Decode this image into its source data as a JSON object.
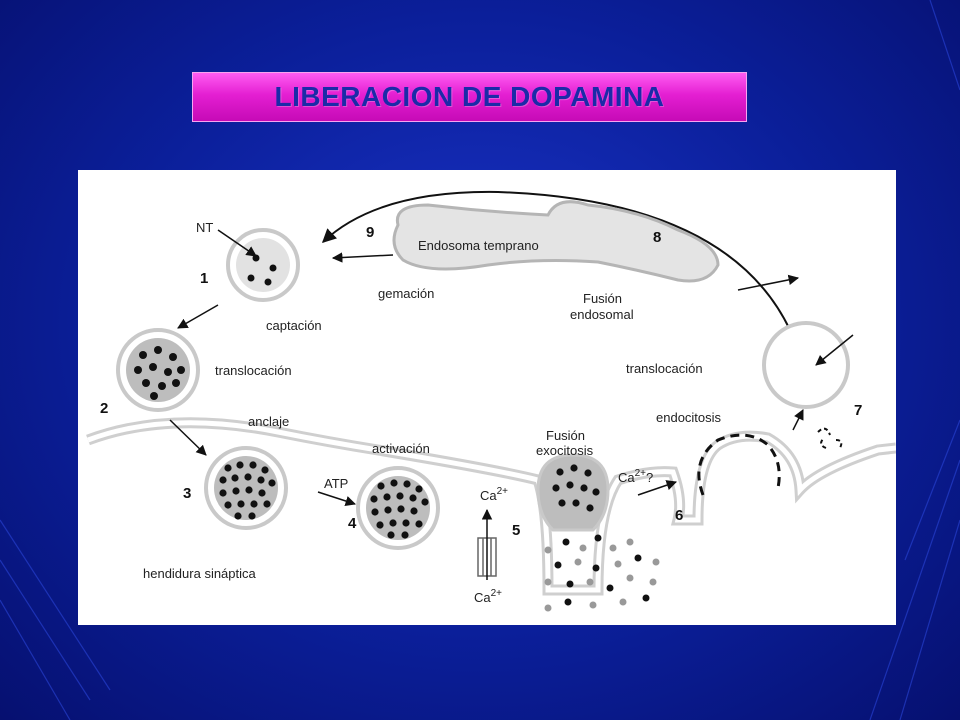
{
  "slide": {
    "title": "LIBERACION  DE DOPAMINA",
    "colors": {
      "background": "#0b1f9a",
      "title_box": "#e41fd2",
      "title_text": "#1b2ba8"
    }
  },
  "diagram": {
    "steps": [
      "1",
      "2",
      "3",
      "4",
      "5",
      "6",
      "7",
      "8",
      "9"
    ],
    "labels": {
      "nt": "NT",
      "captacion": "captación",
      "translocacion_left": "translocación",
      "anclaje": "anclaje",
      "activacion": "activación",
      "atp": "ATP",
      "ca_base": "Ca",
      "ca_charge": "2+",
      "ca_q": "?",
      "fusion_exo_1": "Fusión",
      "fusion_exo_2": "exocitosis",
      "endocitosis": "endocitosis",
      "translocacion_right": "translocación",
      "fusion_endo_1": "Fusión",
      "fusion_endo_2": "endosomal",
      "endosoma": "Endosoma temprano",
      "gemacion": "gemación",
      "hendidura": "hendidura sináptica"
    }
  }
}
